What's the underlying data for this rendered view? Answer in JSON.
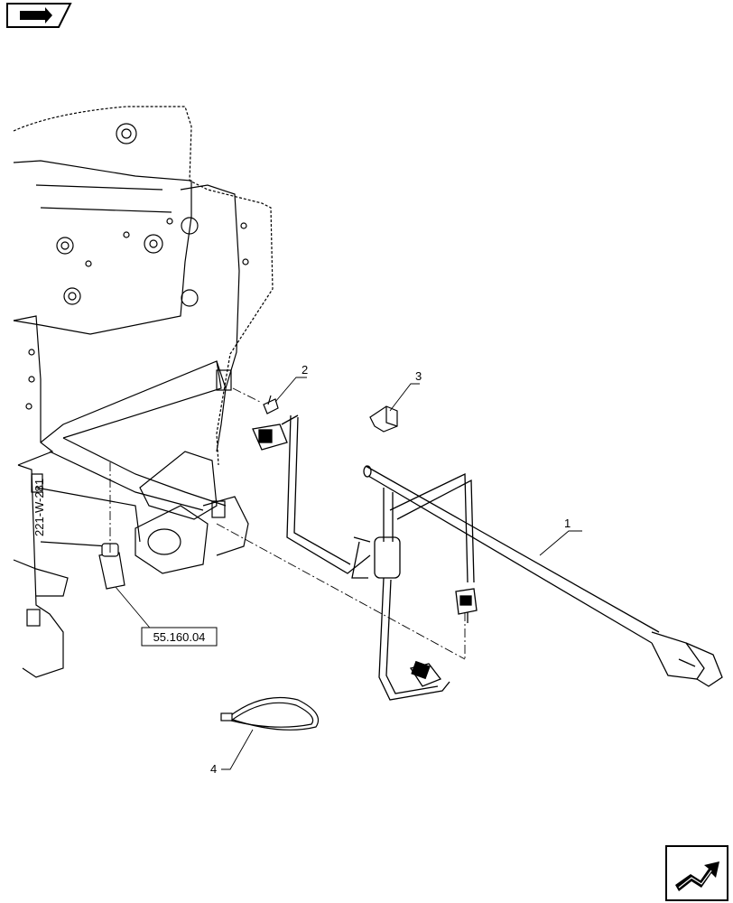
{
  "diagram": {
    "callouts": [
      {
        "id": "1",
        "label": "1"
      },
      {
        "id": "2",
        "label": "2"
      },
      {
        "id": "3",
        "label": "3"
      },
      {
        "id": "4",
        "label": "4"
      }
    ],
    "reference_box": {
      "label": "55.160.04"
    },
    "frame_stamp": {
      "label": "221-W-281"
    }
  },
  "icons": {
    "top_left": "page-navigation-icon",
    "bottom_right": "next-page-arrow-icon"
  },
  "colors": {
    "line": "#000000",
    "background": "#ffffff"
  }
}
